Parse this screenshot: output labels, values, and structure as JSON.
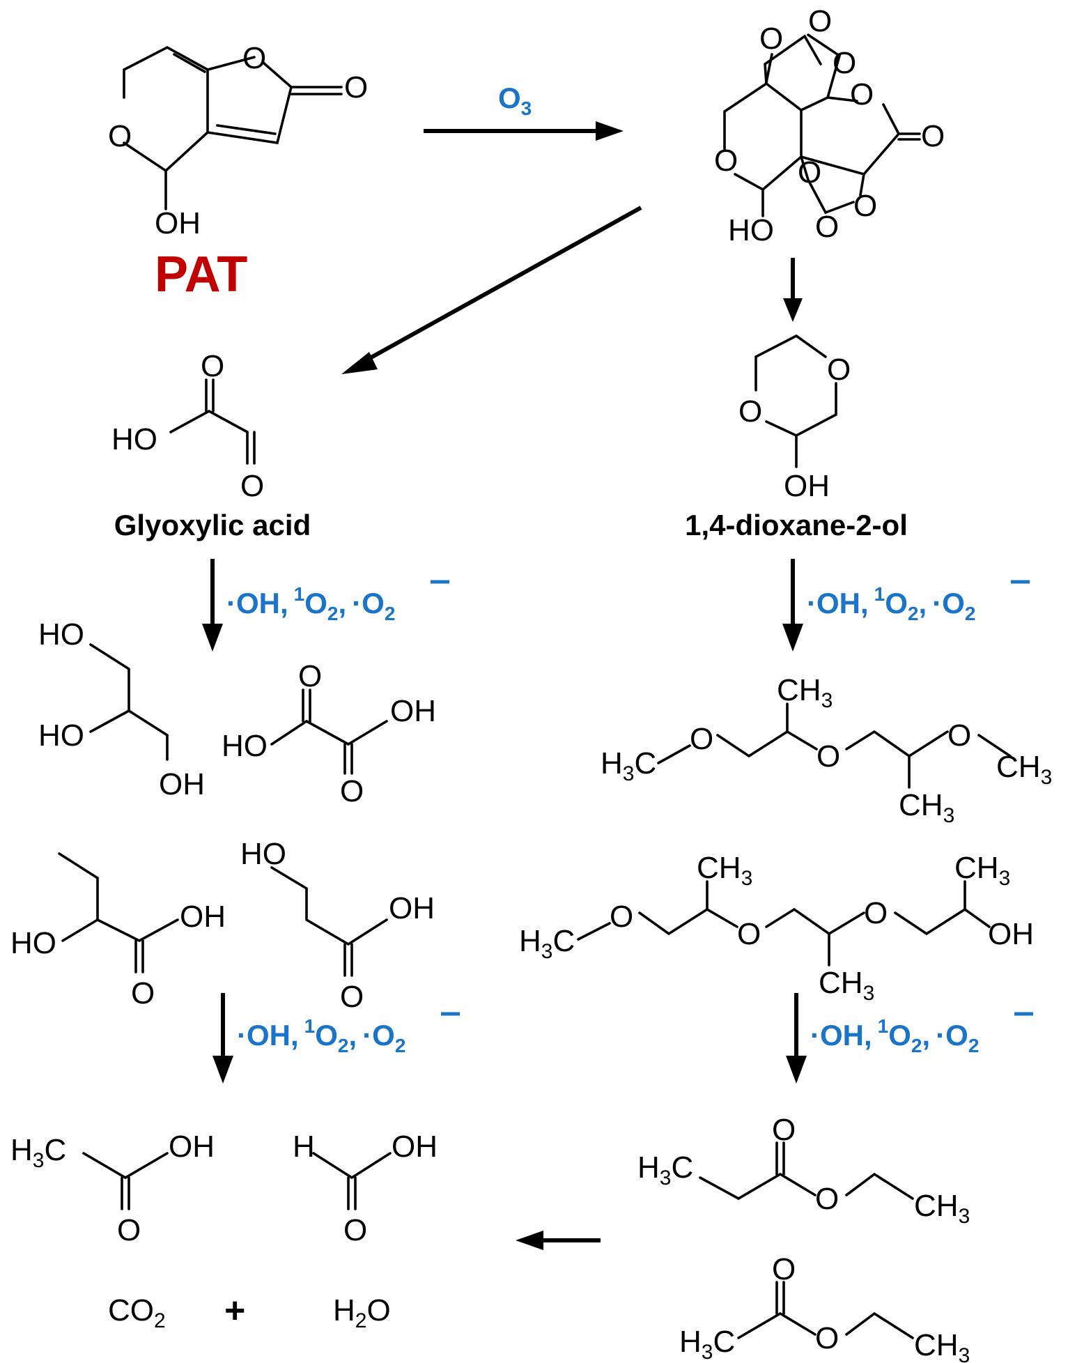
{
  "colors": {
    "reagent": "#1a75c9",
    "highlight": "#c00000",
    "ink": "#000000"
  },
  "compounds": {
    "pat": {
      "name": "PAT"
    },
    "glyoxylic": {
      "name": "Glyoxylic acid"
    },
    "dioxanol": {
      "name": "1,4-dioxane-2-ol"
    }
  },
  "reagents": {
    "ozone": {
      "symbol": "O",
      "subscript": "3"
    },
    "ros": {
      "oh": "·OH,",
      "singlet_sup": "1",
      "o2": "O",
      "o2_sub": "2",
      "comma": ",",
      "superoxide": "·O",
      "superoxide_sub": "2",
      "charge": "–"
    }
  },
  "products": {
    "co2": {
      "c": "CO",
      "sub": "2"
    },
    "plus": "+",
    "h2o": {
      "h": "H",
      "sub": "2",
      "o": "O"
    }
  },
  "atoms": {
    "O": "O",
    "OH": "OH",
    "HO": "HO",
    "H": "H",
    "CH": "CH",
    "C": "C",
    "H3": "3"
  }
}
